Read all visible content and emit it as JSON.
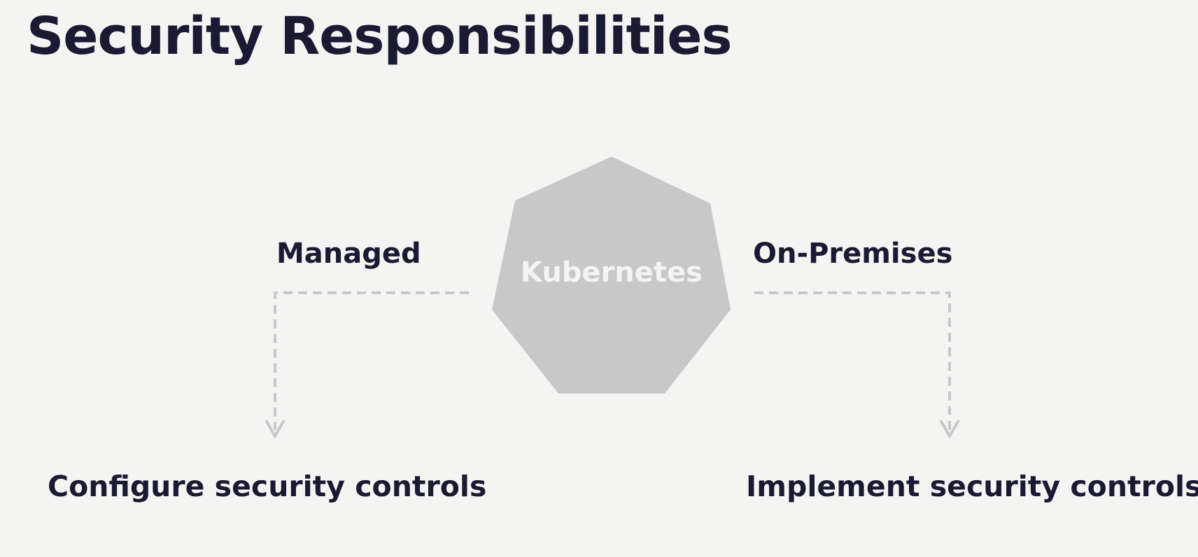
{
  "slide": {
    "title": "Security Responsibilities"
  },
  "diagram": {
    "center_label": "Kubernetes",
    "left_branch": {
      "label": "Managed",
      "outcome": "Configure security controls"
    },
    "right_branch": {
      "label": "On-Premises",
      "outcome": "Implement security controls"
    },
    "colors": {
      "heptagon": "#c8c8c8",
      "connector": "#c8c8c8",
      "text_dark": "#1b1a33",
      "center_text": "#f4f4f3",
      "background": "#f4f4f3"
    }
  }
}
